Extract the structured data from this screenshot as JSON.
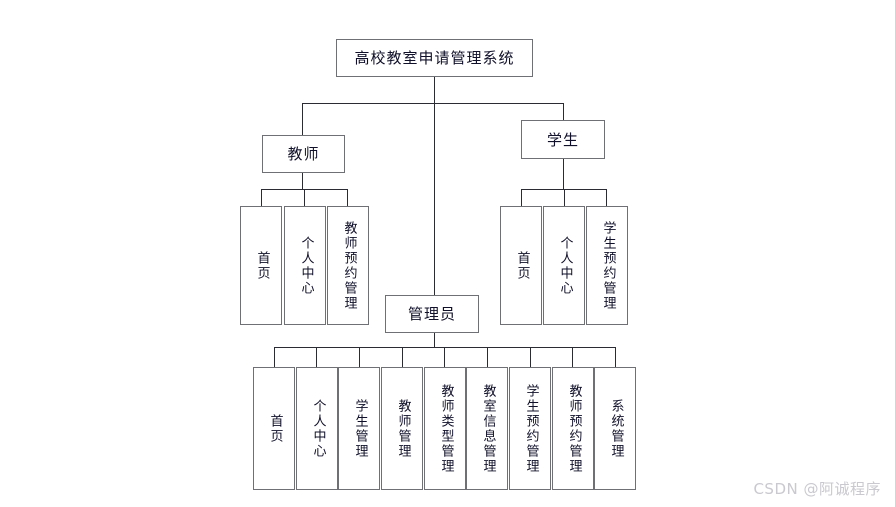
{
  "diagram": {
    "type": "tree",
    "orientation": "top-down",
    "root": {
      "label": "高校教室申请管理系统"
    },
    "roles": [
      {
        "label": "教师"
      },
      {
        "label": "管理员"
      },
      {
        "label": "学生"
      }
    ],
    "teacher_children": [
      {
        "label": "首页"
      },
      {
        "label": "个人中心"
      },
      {
        "label": "教师预约管理"
      }
    ],
    "student_children": [
      {
        "label": "首页"
      },
      {
        "label": "个人中心"
      },
      {
        "label": "学生预约管理"
      }
    ],
    "admin_children": [
      {
        "label": "首页"
      },
      {
        "label": "个人中心"
      },
      {
        "label": "学生管理"
      },
      {
        "label": "教师管理"
      },
      {
        "label": "教师类型管理"
      },
      {
        "label": "教室信息管理"
      },
      {
        "label": "学生预约管理"
      },
      {
        "label": "教师预约管理"
      },
      {
        "label": "系统管理"
      }
    ],
    "colors": {
      "background": "#ffffff",
      "node_border": "#6f6f76",
      "connector": "#2b2b33",
      "text": "#10102a",
      "watermark": "#c9c9cf"
    }
  },
  "watermark": {
    "text": "CSDN @阿诚程序"
  }
}
